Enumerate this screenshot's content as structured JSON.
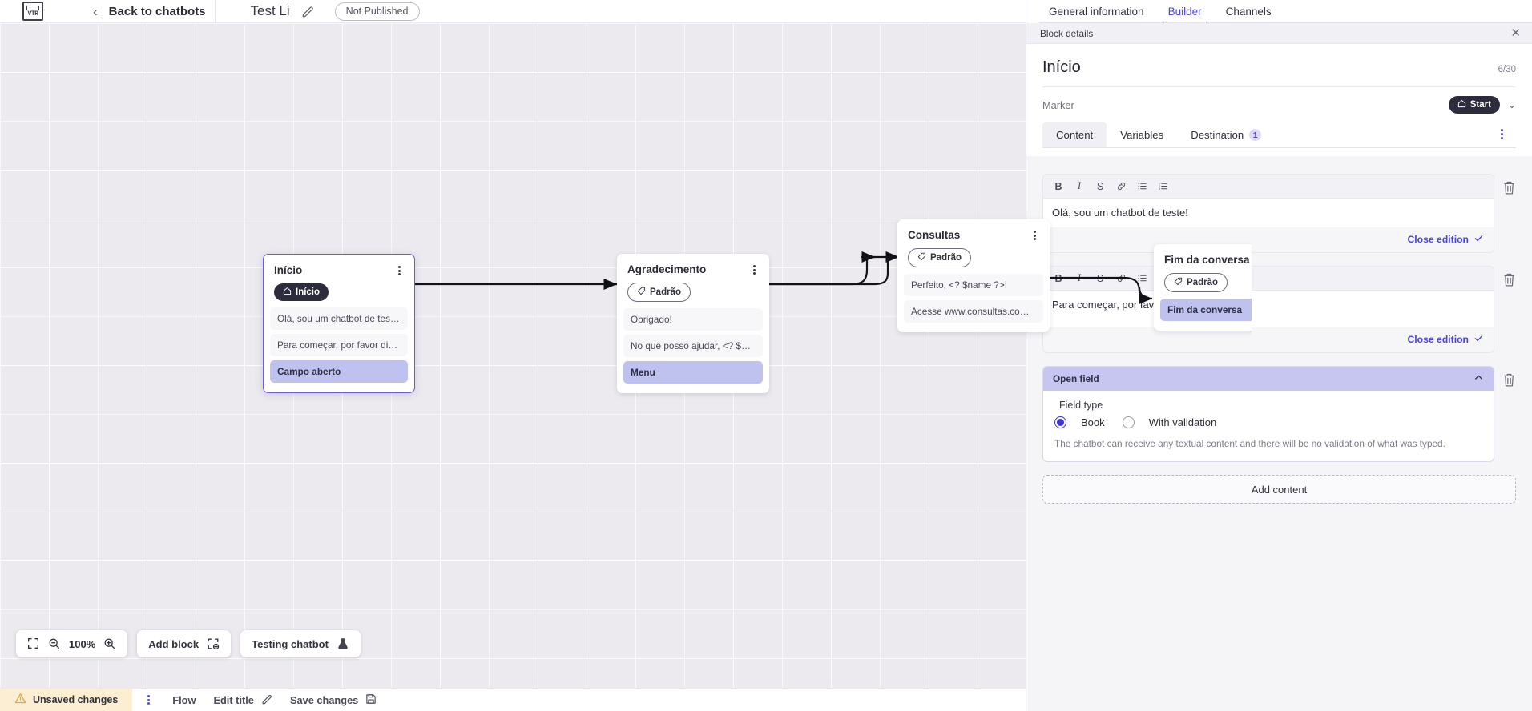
{
  "topbar": {
    "logo_alt": "VTR",
    "back_label": "Back to chatbots",
    "bot_title": "Test Li",
    "edit_icon": "pencil-icon",
    "status_badge": "Not Published"
  },
  "nav_tabs": [
    {
      "label": "General information",
      "active": false
    },
    {
      "label": "Builder",
      "active": true
    },
    {
      "label": "Channels",
      "active": false
    }
  ],
  "panel": {
    "block_details_label": "Block details",
    "close_icon": "close-icon",
    "block_title": "Início",
    "char_count": "6/30",
    "marker_label": "Marker",
    "marker_value": "Start",
    "marker_icon": "home-icon",
    "marker_chevron": "chevron-down-icon",
    "tabs": [
      {
        "label": "Content",
        "active": true,
        "badge": ""
      },
      {
        "label": "Variables",
        "active": false,
        "badge": ""
      },
      {
        "label": "Destination",
        "active": false,
        "badge": "1"
      }
    ],
    "overflow_icon": "kebab-menu-icon",
    "editors": [
      {
        "text": "Olá, sou um chatbot de teste!",
        "close_label": "Close edition",
        "toolbar": [
          "B",
          "I",
          "S",
          "link-icon",
          "bulleted-list-icon",
          "numbered-list-icon"
        ],
        "delete_icon": "trash-icon"
      },
      {
        "text": "Para começar, por favor digite o seu nome.",
        "close_label": "Close edition",
        "toolbar": [
          "B",
          "I",
          "S",
          "link-icon",
          "bulleted-list-icon",
          "numbered-list-icon"
        ],
        "delete_icon": "trash-icon"
      }
    ],
    "open_field": {
      "header": "Open field",
      "collapse_icon": "chevron-up-icon",
      "delete_icon": "trash-icon",
      "field_type_label": "Field type",
      "options": [
        {
          "label": "Book",
          "selected": true
        },
        {
          "label": "With validation",
          "selected": false
        }
      ],
      "hint": "The chatbot can receive any textual content and there will be no validation of what was typed."
    },
    "add_content_label": "Add content"
  },
  "canvas": {
    "nodes": [
      {
        "id": "inicio",
        "title": "Início",
        "pill": {
          "label": "Início",
          "style": "dark",
          "icon": "home-icon"
        },
        "selected": true,
        "messages": [
          {
            "text": "Olá, sou um chatbot de teste!",
            "highlight": false
          },
          {
            "text": "Para começar, por favor digite o ...",
            "highlight": false
          },
          {
            "text": "Campo aberto",
            "highlight": true
          }
        ]
      },
      {
        "id": "agradecimento",
        "title": "Agradecimento",
        "pill": {
          "label": "Padrão",
          "style": "tag",
          "icon": "tag-icon"
        },
        "selected": false,
        "messages": [
          {
            "text": "Obrigado!",
            "highlight": false
          },
          {
            "text": "No que posso ajudar, <? $name ...",
            "highlight": false
          },
          {
            "text": "Menu",
            "highlight": true
          }
        ]
      },
      {
        "id": "consultas",
        "title": "Consultas",
        "pill": {
          "label": "Padrão",
          "style": "tag",
          "icon": "tag-icon"
        },
        "selected": false,
        "messages": [
          {
            "text": "Perfeito, <? $name ?>!",
            "highlight": false
          },
          {
            "text": "Acesse www.consultas.com par...",
            "highlight": false
          }
        ]
      },
      {
        "id": "fim",
        "title": "Fim da conversa",
        "pill": {
          "label": "Padrão",
          "style": "tag",
          "icon": "tag-icon"
        },
        "selected": false,
        "messages": [
          {
            "text": "Fim da conversa",
            "highlight": true
          }
        ]
      }
    ],
    "toolbar": {
      "fit_icon": "fit-screen-icon",
      "zoom_out_icon": "zoom-out-icon",
      "zoom_level": "100%",
      "zoom_in_icon": "zoom-in-icon",
      "add_block_label": "Add block",
      "add_block_icon": "add-block-icon",
      "testing_label": "Testing chatbot",
      "testing_icon": "flask-icon"
    }
  },
  "statusbar": {
    "warning_icon": "warning-icon",
    "unsaved_label": "Unsaved changes",
    "menu_icon": "kebab-menu-icon",
    "flow_label": "Flow",
    "edit_title_label": "Edit title",
    "edit_title_icon": "pencil-icon",
    "save_label": "Save changes",
    "save_icon": "save-icon"
  },
  "colors": {
    "accent": "#4f4ae0",
    "highlight": "#bfc2ee",
    "warning_bg": "#fbeed2",
    "canvas_bg": "#eceaee"
  }
}
